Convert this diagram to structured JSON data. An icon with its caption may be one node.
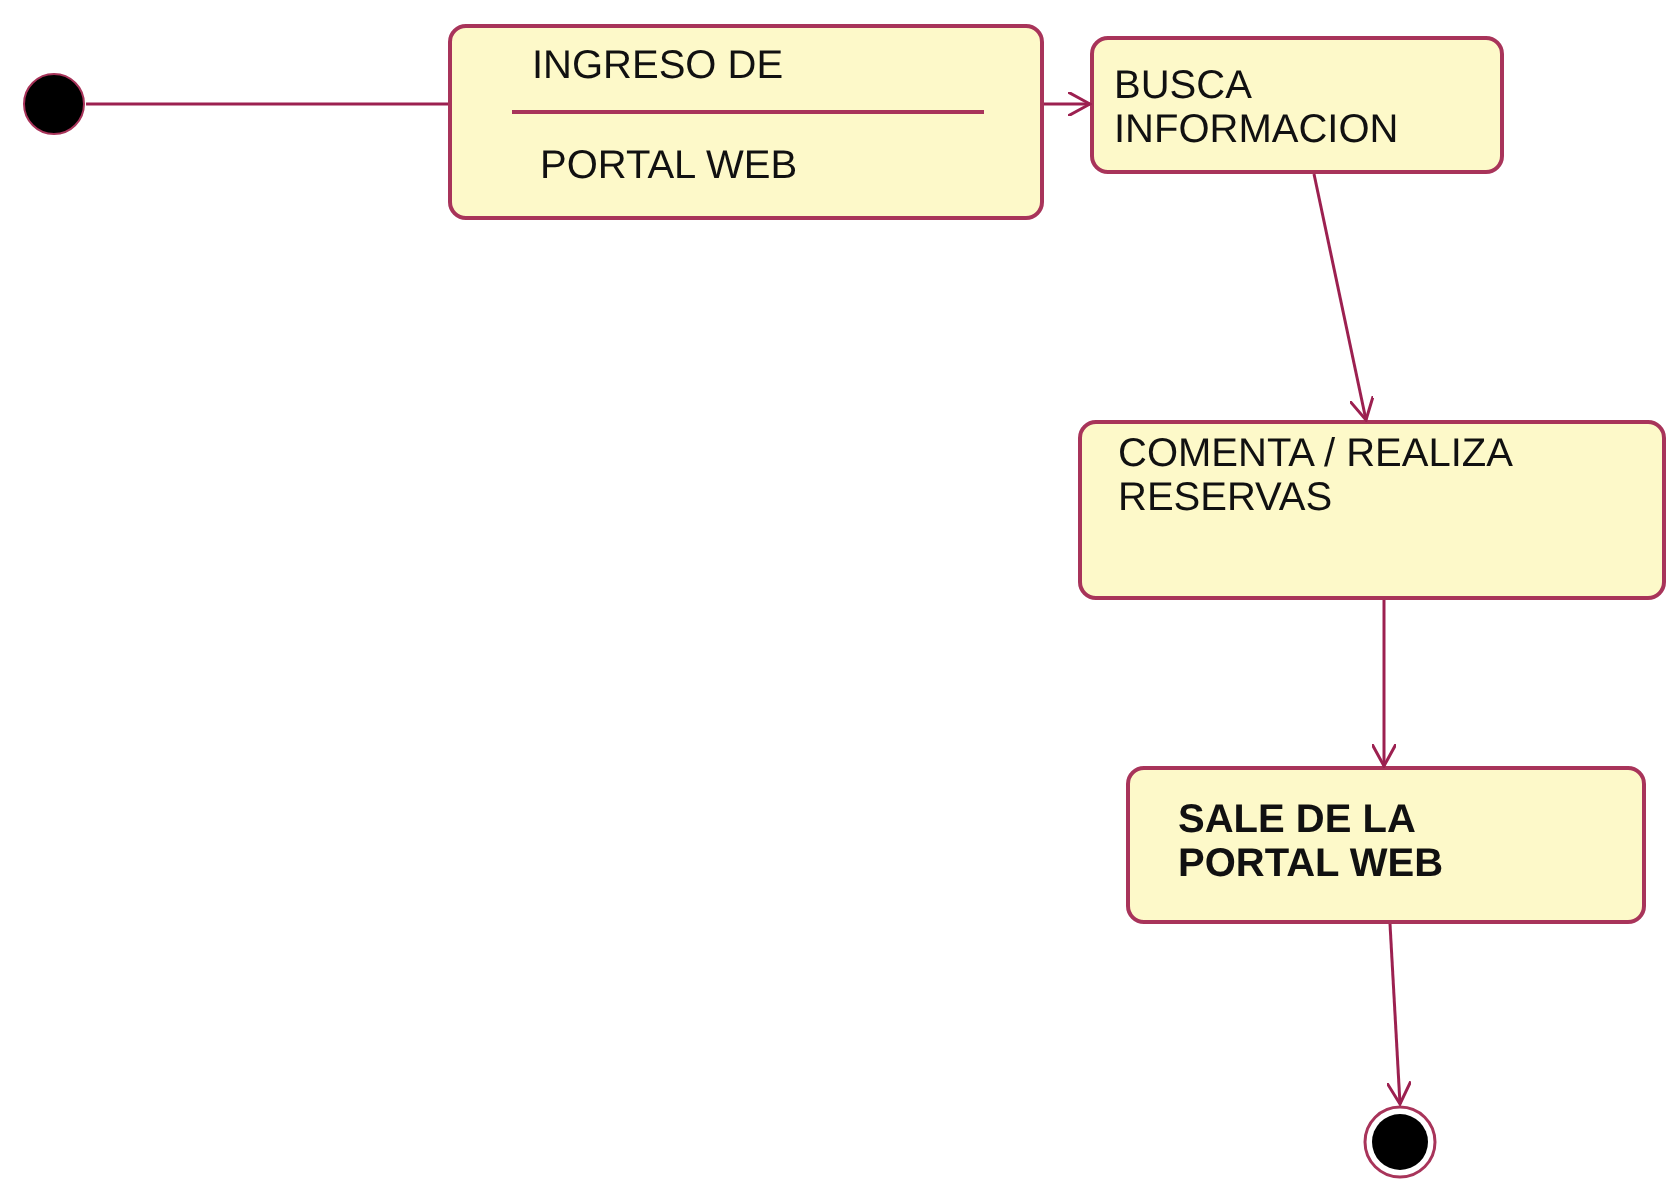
{
  "diagram": {
    "nodes": [
      {
        "text": [],
        "shape": "circle"
      },
      {
        "text": [
          "INGRESO DE",
          "PORTAL WEB"
        ]
      },
      {
        "text": [
          "BUSCA INFORMACION"
        ]
      },
      {
        "text": [
          "COMENTA / REALIZA RESERVAS"
        ]
      },
      {
        "text": [
          "SALE DE LA PORTAL WEB"
        ]
      },
      {
        "text": [],
        "shape": "circle"
      }
    ],
    "edges": [
      {
        "from": 0,
        "to": 1,
        "arrow": "none"
      },
      {
        "from": 1,
        "to": 2,
        "arrow": "to"
      },
      {
        "from": 2,
        "to": 3,
        "arrow": "to"
      },
      {
        "from": 3,
        "to": 4,
        "arrow": "to"
      },
      {
        "from": 4,
        "to": 5,
        "arrow": "to"
      }
    ]
  }
}
